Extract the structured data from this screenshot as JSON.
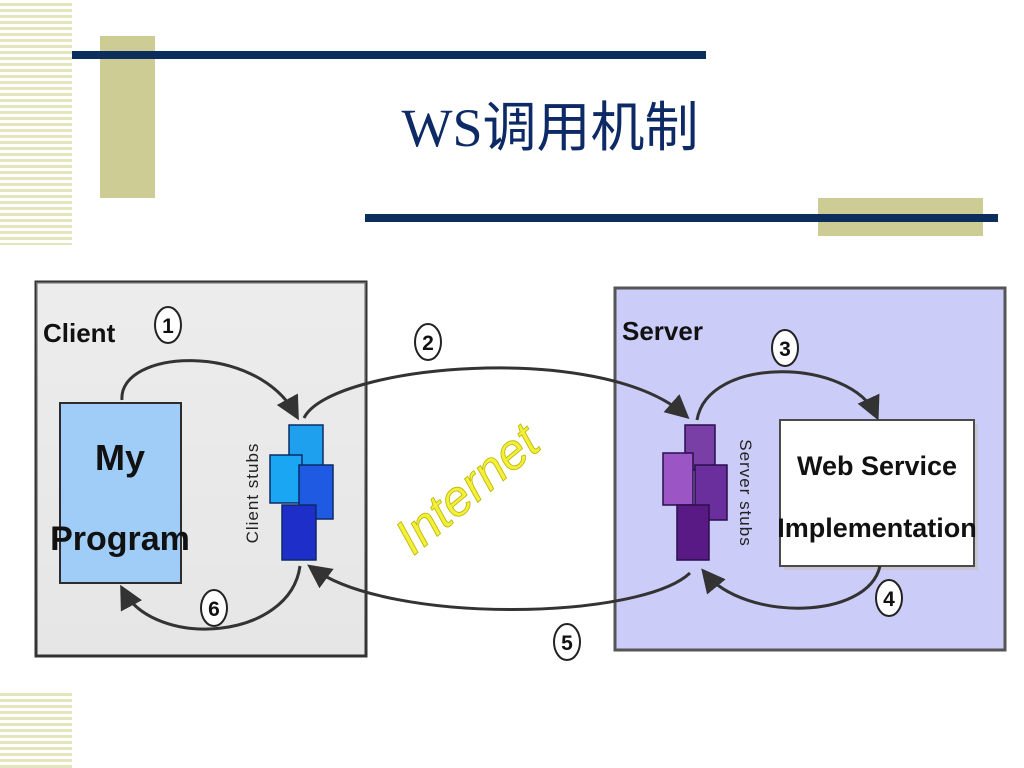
{
  "slide": {
    "title": "WS调用机制"
  },
  "diagram": {
    "client_label": "Client",
    "server_label": "Server",
    "my_program": [
      "My",
      "Program"
    ],
    "client_stubs": "Client stubs",
    "server_stubs": "Server stubs",
    "web_service": [
      "Web Service",
      "Implementation"
    ],
    "internet": "Internet",
    "steps": [
      "1",
      "2",
      "3",
      "4",
      "5",
      "6"
    ],
    "colors": {
      "client_panel": "#e6e6e6",
      "server_panel": "#ccccf8",
      "program_box": "#9fcdf7",
      "client_stub_cubes": "#1f5ae3",
      "server_stub_cubes": "#6a2f9c",
      "internet_text": "#f4f03a",
      "title": "#0d2a66",
      "rule_lines": "#0b2e5c",
      "olive_accent": "#cdcc95"
    }
  }
}
